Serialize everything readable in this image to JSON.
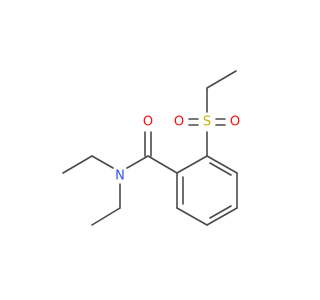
{
  "molecule": {
    "atoms": [
      {
        "id": "n1",
        "element": "N",
        "label": "N",
        "color": "#3050f8"
      },
      {
        "id": "o1",
        "element": "O",
        "label": "O",
        "color": "#ff0d0d"
      },
      {
        "id": "s1",
        "element": "S",
        "label": "S",
        "color": "#c8b400"
      },
      {
        "id": "o2",
        "element": "O",
        "label": "O",
        "color": "#ff0d0d"
      },
      {
        "id": "o3",
        "element": "O",
        "label": "O",
        "color": "#ff0d0d"
      }
    ],
    "bond_color": "#4a4a4a"
  }
}
